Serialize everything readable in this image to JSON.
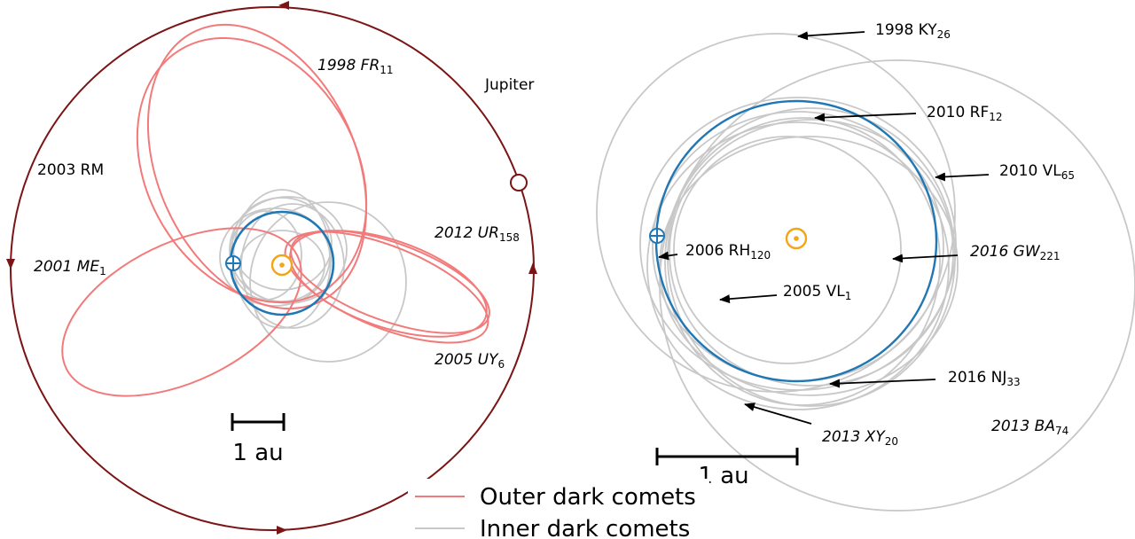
{
  "colors": {
    "jupiter": "#7b1414",
    "earth": "#1f77b4",
    "sun": "#f2a516",
    "outer": "#f27a7a",
    "inner": "#c8c8c8",
    "arrow": "#000000"
  },
  "left_panel": {
    "labels": {
      "jupiter": "Jupiter",
      "rm": "2003 RM",
      "fr": "1998 FR",
      "fr_sub": "11",
      "ur": "2012 UR",
      "ur_sub": "158",
      "me": "2001 ME",
      "me_sub": "1",
      "uy": "2005 UY",
      "uy_sub": "6"
    },
    "scale": "1 au"
  },
  "right_panel": {
    "labels": {
      "ky": "1998 KY",
      "ky_sub": "26",
      "rf": "2010 RF",
      "rf_sub": "12",
      "vl65": "2010 VL",
      "vl65_sub": "65",
      "rh": "2006 RH",
      "rh_sub": "120",
      "gw": "2016 GW",
      "gw_sub": "221",
      "vl1": "2005 VL",
      "vl1_sub": "1",
      "nj": "2016 NJ",
      "nj_sub": "33",
      "xy": "2013 XY",
      "xy_sub": "20",
      "ba": "2013 BA",
      "ba_sub": "74"
    },
    "scale": "1 au"
  },
  "legend": {
    "outer": "Outer dark comets",
    "inner": "Inner dark comets"
  }
}
